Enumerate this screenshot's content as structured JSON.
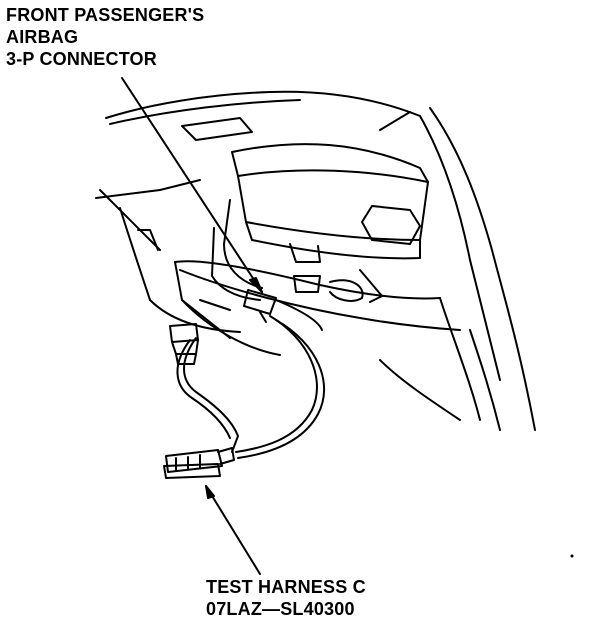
{
  "callouts": {
    "connector": {
      "lines": [
        "FRONT PASSENGER'S",
        "AIRBAG",
        "3-P CONNECTOR"
      ]
    },
    "harness": {
      "lines": [
        "TEST HARNESS C",
        "07LAZ—SL40300"
      ]
    }
  }
}
